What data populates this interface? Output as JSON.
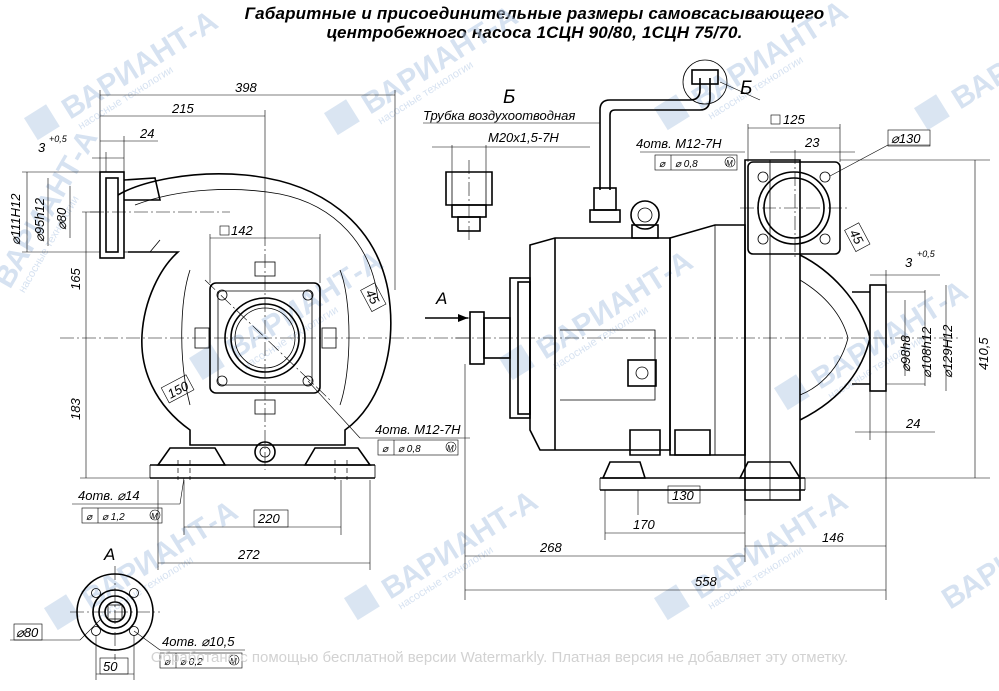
{
  "title": {
    "line1": "Габаритные и присоединительные размеры самовсасывающего",
    "line2": "центробежного насоса 1СЦН 90/80, 1СЦН 75/70."
  },
  "footer_text": "Обработано с помощью бесплатной версии Watermarkly. Платная версия не добавляет эту отметку.",
  "watermark": {
    "brand": "ВАРИАНТ-А",
    "subtitle": "насосные технологии",
    "color": "#b6cbe6"
  },
  "front_view": {
    "dims": {
      "overall_width": "398",
      "to_axis": "215",
      "flange_width": "24",
      "flange_offset": "3",
      "flange_offset_tol": "+0,5",
      "d_flange_outer": "⌀111H12",
      "d_flange_mid": "⌀95h12",
      "d_flange_bore": "⌀80",
      "outlet_height": "165",
      "axis_height": "183",
      "square_142": "142",
      "angle_45": "45",
      "diag_150": "150",
      "base_holes_span": "220",
      "base_width": "272"
    },
    "callouts": {
      "holes_thread": "4отв. М12-7Н",
      "holes_thread_tol": "⌀ 0,8",
      "base_holes": "4отв. ⌀14",
      "base_holes_tol": "⌀ 1,2"
    }
  },
  "side_view": {
    "labels": {
      "view_b": "Б",
      "view_b_arrow": "Б",
      "view_a_arrow": "А",
      "air_tube": "Трубка воздухоотводная",
      "air_thread": "М20х1,5-7Н"
    },
    "dims": {
      "square_125": "125",
      "d_130": "⌀130",
      "flange_23": "23",
      "angle_45": "45",
      "flange_offset": "3",
      "flange_offset_tol": "+0,5",
      "d_98": "⌀98h8",
      "d_108": "⌀108h12",
      "d_129": "⌀129H12",
      "height_410": "410,5",
      "flange_24": "24",
      "base_130": "130",
      "base_170": "170",
      "len_268": "268",
      "len_146": "146",
      "overall_558": "558"
    },
    "callouts": {
      "holes_thread": "4отв. М12-7Н",
      "holes_thread_tol": "⌀ 0,8"
    }
  },
  "view_a": {
    "label": "А",
    "dims": {
      "d_80": "⌀80",
      "span_50": "50",
      "holes": "4отв. ⌀10,5",
      "holes_tol": "⌀ 0,2"
    }
  }
}
